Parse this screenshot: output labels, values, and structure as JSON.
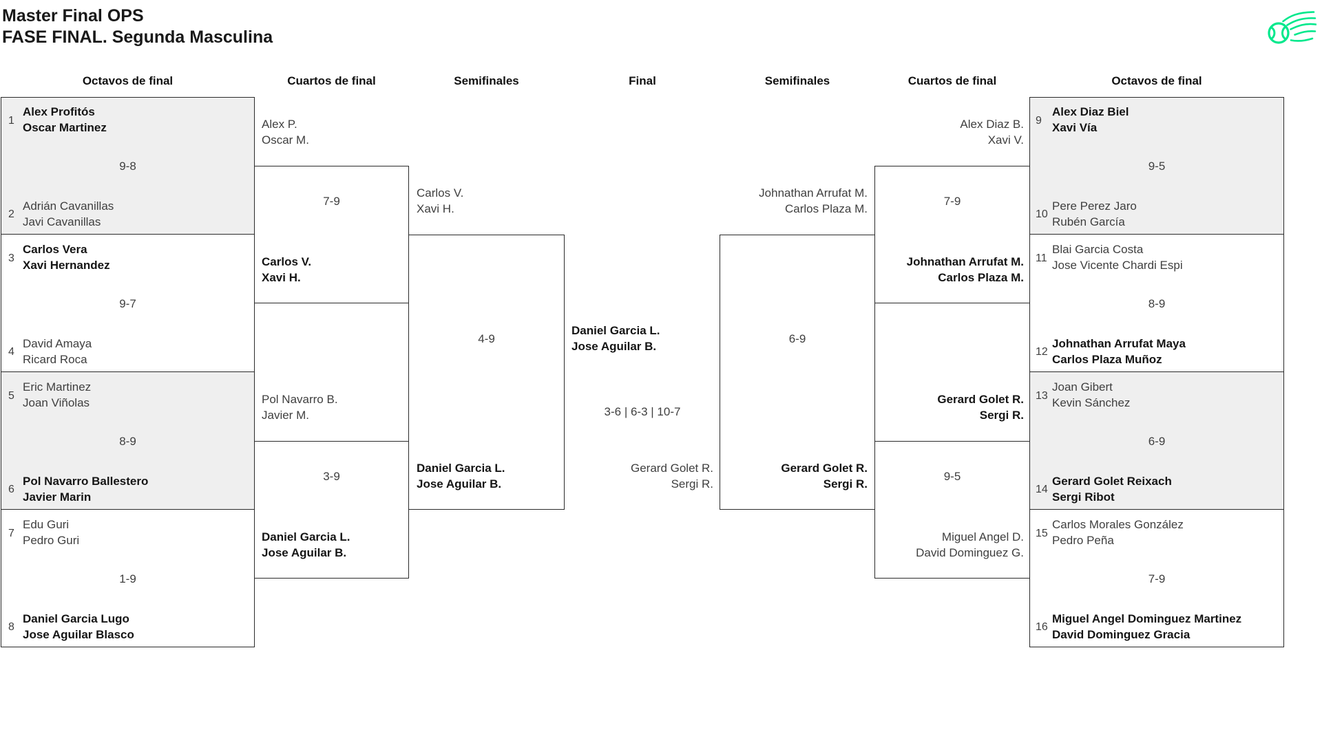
{
  "title": "Master Final OPS",
  "subtitle": "FASE FINAL. Segunda Masculina",
  "colors": {
    "accent_green": "#00E88C",
    "match_box_gray": "#EFEFEF"
  },
  "logo_icon": "tennis-ball-swoosh",
  "rounds": {
    "left_r16": "Octavos de final",
    "left_qf": "Cuartos de final",
    "left_sf": "Semifinales",
    "final": "Final",
    "right_sf": "Semifinales",
    "right_qf": "Cuartos de final",
    "right_r16": "Octavos de final"
  },
  "r16L": [
    {
      "seed_top": "1",
      "top": "Alex Profitós\nOscar Martinez",
      "score": "9-8",
      "seed_bottom": "2",
      "bottom": "Adrián Cavanillas\nJavi Cavanillas",
      "winner": "top"
    },
    {
      "seed_top": "3",
      "top": "Carlos Vera\nXavi Hernandez",
      "score": "9-7",
      "seed_bottom": "4",
      "bottom": "David Amaya\nRicard Roca",
      "winner": "top"
    },
    {
      "seed_top": "5",
      "top": "Eric Martinez\nJoan Viñolas",
      "score": "8-9",
      "seed_bottom": "6",
      "bottom": "Pol Navarro Ballestero\nJavier Marin",
      "winner": "bottom"
    },
    {
      "seed_top": "7",
      "top": "Edu Guri\nPedro Guri",
      "score": "1-9",
      "seed_bottom": "8",
      "bottom": "Daniel Garcia Lugo\nJose Aguilar Blasco",
      "winner": "bottom"
    }
  ],
  "r16R": [
    {
      "seed_top": "9",
      "top": "Alex Diaz Biel\nXavi Vía",
      "score": "9-5",
      "seed_bottom": "10",
      "bottom": "Pere Perez Jaro\nRubén García",
      "winner": "top"
    },
    {
      "seed_top": "11",
      "top": "Blai Garcia Costa\nJose Vicente Chardi Espi",
      "score": "8-9",
      "seed_bottom": "12",
      "bottom": "Johnathan Arrufat Maya\nCarlos Plaza Muñoz",
      "winner": "bottom"
    },
    {
      "seed_top": "13",
      "top": "Joan Gibert\nKevin Sánchez",
      "score": "6-9",
      "seed_bottom": "14",
      "bottom": "Gerard Golet Reixach\nSergi Ribot",
      "winner": "bottom"
    },
    {
      "seed_top": "15",
      "top": "Carlos Morales González\nPedro Peña",
      "score": "7-9",
      "seed_bottom": "16",
      "bottom": "Miguel Angel Dominguez Martinez\nDavid Dominguez Gracia",
      "winner": "bottom"
    }
  ],
  "qfL": [
    {
      "top": "Alex P.\nOscar M.",
      "score": "7-9",
      "bottom": "Carlos V.\nXavi H.",
      "winner": "bottom"
    },
    {
      "top": "Pol Navarro B.\nJavier M.",
      "score": "3-9",
      "bottom": "Daniel Garcia L.\nJose Aguilar B.",
      "winner": "bottom"
    }
  ],
  "qfR": [
    {
      "top": "Alex Diaz B.\nXavi V.",
      "score": "7-9",
      "bottom": "Johnathan Arrufat M.\nCarlos Plaza M.",
      "winner": "bottom"
    },
    {
      "top": "Gerard Golet R.\nSergi R.",
      "score": "9-5",
      "bottom": "Miguel Angel D.\nDavid Dominguez G.",
      "winner": "top"
    }
  ],
  "sfL": {
    "top": "Carlos V.\nXavi H.",
    "score": "4-9",
    "bottom": "Daniel Garcia L.\nJose Aguilar B.",
    "winner": "bottom"
  },
  "sfR": {
    "top": "Johnathan Arrufat M.\nCarlos Plaza M.",
    "score": "6-9",
    "bottom": "Gerard Golet R.\nSergi R.",
    "winner": "bottom"
  },
  "fin": {
    "winner": "Daniel Garcia L.\nJose Aguilar B.",
    "score": "3-6 | 6-3 | 10-7",
    "runner_up": "Gerard Golet R.\nSergi R."
  }
}
